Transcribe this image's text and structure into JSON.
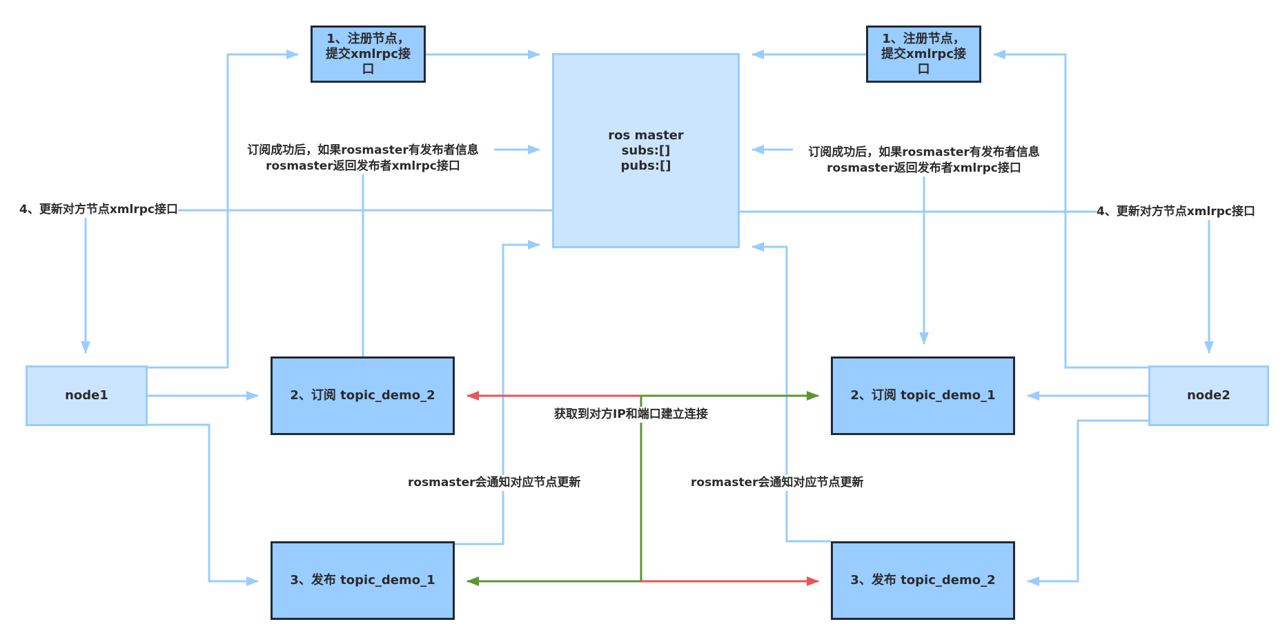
{
  "title": "ROS master node registration / subscription flow",
  "colors": {
    "edge_blue": "#99ccff",
    "box_dark_fill": "#99ccff",
    "box_light_fill": "#cce5ff",
    "box_dark_border": "#1f2a36",
    "connect_red": "#e85555",
    "connect_green": "#5a9632",
    "text": "#2b2b2b"
  },
  "nodes": {
    "master": {
      "line1": "ros master",
      "line2": "subs:[]",
      "line3": "pubs:[]"
    },
    "register_left": {
      "text": "1、注册节点，\n提交xmlrpc接\n口"
    },
    "register_right": {
      "text": "1、注册节点，\n提交xmlrpc接\n口"
    },
    "node1": {
      "text": "node1"
    },
    "node2": {
      "text": "node2"
    },
    "subscribe_left": {
      "text": "2、订阅 topic_demo_2"
    },
    "publish_left": {
      "text": "3、发布 topic_demo_1"
    },
    "subscribe_right": {
      "text": "2、订阅 topic_demo_1"
    },
    "publish_right": {
      "text": "3、发布 topic_demo_2"
    }
  },
  "labels": {
    "return_left": {
      "line1": "订阅成功后，如果rosmaster有发布者信息",
      "line2": "rosmaster返回发布者xmlrpc接口"
    },
    "return_right": {
      "line1": "订阅成功后，如果rosmaster有发布者信息",
      "line2": "rosmaster返回发布者xmlrpc接口"
    },
    "update_left": "4、更新对方节点xmlrpc接口",
    "update_right": "4、更新对方节点xmlrpc接口",
    "notify_left": "rosmaster会通知对应节点更新",
    "notify_right": "rosmaster会通知对应节点更新",
    "connect": "获取到对方IP和端口建立连接"
  },
  "edges": [
    {
      "from": "node1",
      "to": "register_left",
      "color": "blue"
    },
    {
      "from": "register_left",
      "to": "master",
      "color": "blue"
    },
    {
      "from": "node2",
      "to": "register_right",
      "color": "blue"
    },
    {
      "from": "register_right",
      "to": "master",
      "color": "blue"
    },
    {
      "from": "subscribe_left",
      "to": "master",
      "label": "return_left",
      "color": "blue"
    },
    {
      "from": "master",
      "to": "subscribe_right",
      "label": "return_right",
      "color": "blue"
    },
    {
      "from": "master",
      "to": "node1",
      "label": "update_left",
      "color": "blue"
    },
    {
      "from": "master",
      "to": "node2",
      "label": "update_right",
      "color": "blue"
    },
    {
      "from": "publish_left",
      "to": "master",
      "label": "notify_left",
      "color": "blue"
    },
    {
      "from": "publish_right",
      "to": "master",
      "label": "notify_right",
      "color": "blue"
    },
    {
      "from": "node1",
      "to": "subscribe_left",
      "color": "blue"
    },
    {
      "from": "node1",
      "to": "publish_left",
      "color": "blue"
    },
    {
      "from": "node2",
      "to": "subscribe_right",
      "color": "blue"
    },
    {
      "from": "node2",
      "to": "publish_right",
      "color": "blue"
    },
    {
      "from": "connect",
      "to": "subscribe_left",
      "color": "red"
    },
    {
      "from": "connect",
      "to": "publish_right",
      "color": "red"
    },
    {
      "from": "connect",
      "to": "subscribe_right",
      "color": "green"
    },
    {
      "from": "connect",
      "to": "publish_left",
      "color": "green"
    }
  ]
}
